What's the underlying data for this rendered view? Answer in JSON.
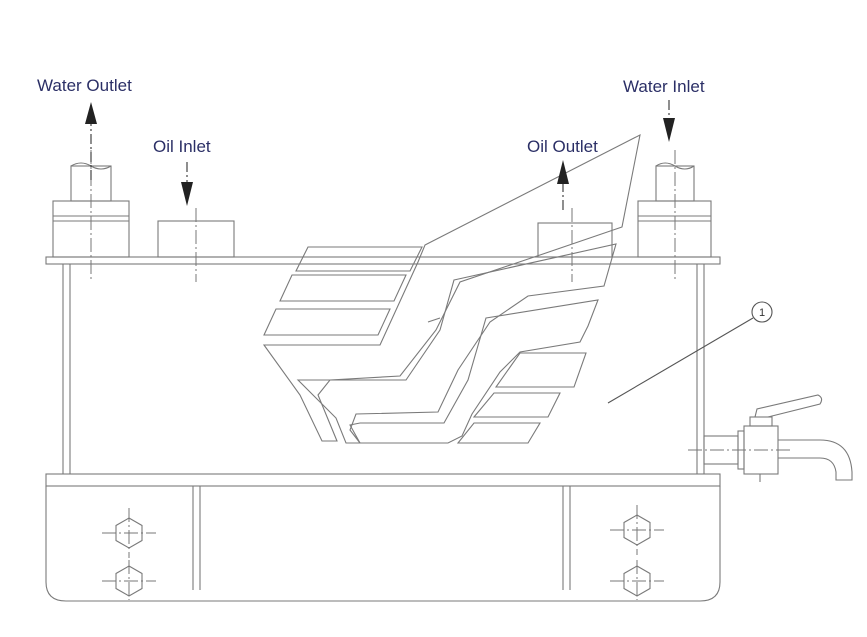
{
  "labels": {
    "water_outlet": "Water Outlet",
    "oil_inlet": "Oil Inlet",
    "oil_outlet": "Oil Outlet",
    "water_inlet": "Water Inlet",
    "callout_1": "1"
  },
  "colors": {
    "line": "#7a7a7a",
    "label_text": "#2b2f66",
    "arrow": "#222222",
    "background": "#ffffff"
  }
}
